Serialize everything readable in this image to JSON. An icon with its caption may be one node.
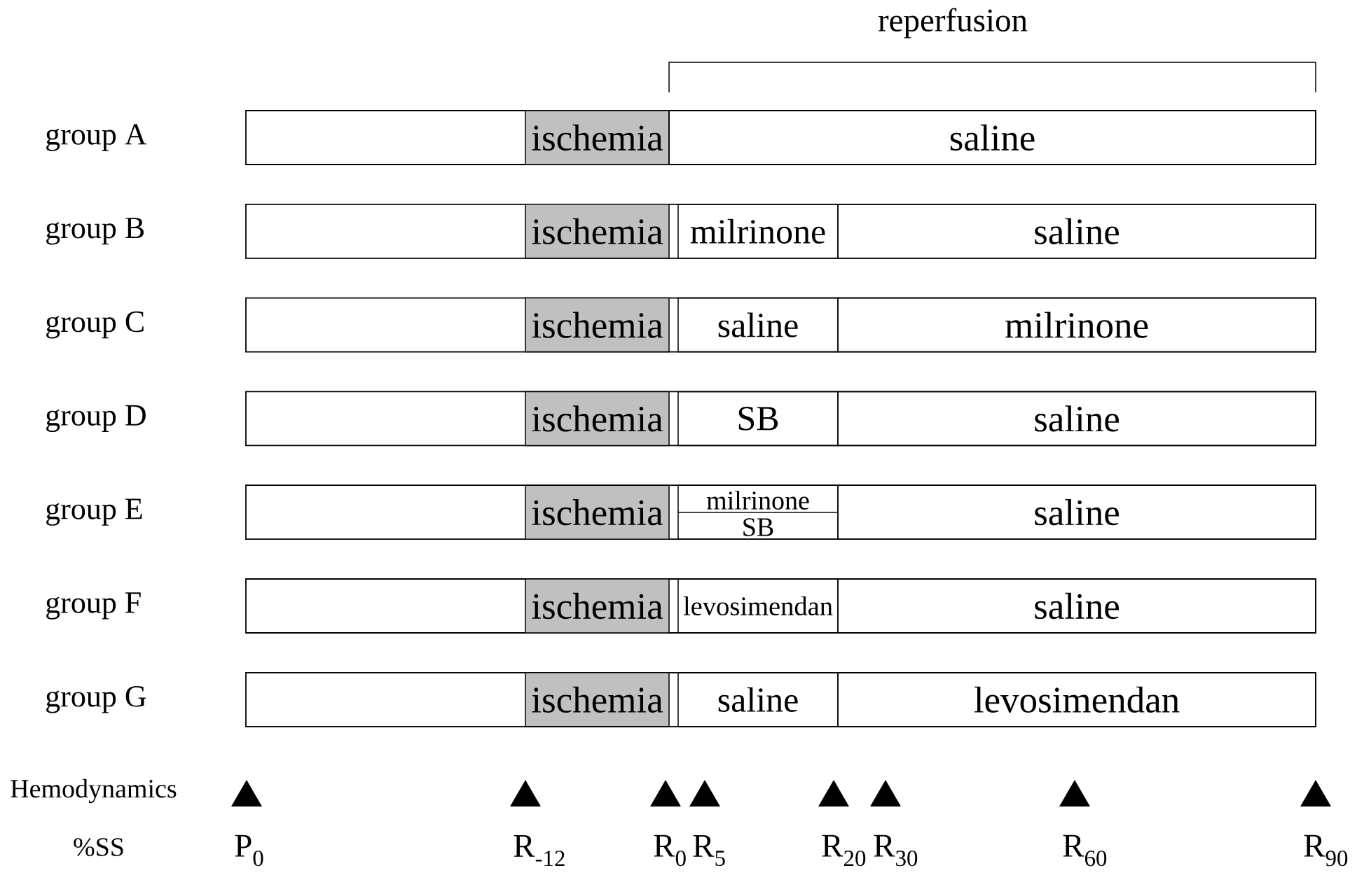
{
  "diagram": {
    "nodes": [
      {
        "text": [
          "group A"
        ]
      },
      {
        "text": [
          "ischemia"
        ],
        "in": 0
      },
      {
        "text": [
          "saline"
        ],
        "in": 0
      },
      {
        "text": [
          "group B"
        ]
      },
      {
        "text": [
          "ischemia"
        ],
        "in": 3
      },
      {
        "text": [
          "milrinone"
        ],
        "in": 3
      },
      {
        "text": [
          "saline"
        ],
        "in": 3
      },
      {
        "text": [
          "group C"
        ]
      },
      {
        "text": [
          "ischemia"
        ],
        "in": 7
      },
      {
        "text": [
          "saline"
        ],
        "in": 7
      },
      {
        "text": [
          "milrinone"
        ],
        "in": 7
      },
      {
        "text": [
          "group D"
        ]
      },
      {
        "text": [
          "ischemia"
        ],
        "in": 11
      },
      {
        "text": [
          "SB"
        ],
        "in": 11
      },
      {
        "text": [
          "saline"
        ],
        "in": 11
      },
      {
        "text": [
          "group E"
        ]
      },
      {
        "text": [
          "ischemia"
        ],
        "in": 15
      },
      {
        "text": [
          "milrinone",
          "SB"
        ],
        "in": 15
      },
      {
        "text": [
          "saline"
        ],
        "in": 15
      },
      {
        "text": [
          "group F"
        ]
      },
      {
        "text": [
          "ischemia"
        ],
        "in": 19
      },
      {
        "text": [
          "levosimendan"
        ],
        "in": 19
      },
      {
        "text": [
          "saline"
        ],
        "in": 19
      },
      {
        "text": [
          "group G"
        ]
      },
      {
        "text": [
          "ischemia"
        ],
        "in": 23
      },
      {
        "text": [
          "saline"
        ],
        "in": 23
      },
      {
        "text": [
          "levosimendan"
        ],
        "in": 23
      }
    ],
    "labels": [
      "reperfusion",
      "Hemodynamics",
      "%SS",
      "P$_{0}$",
      "R$_{-12}$",
      "R$_{0}$",
      "R$_{5}$",
      "R$_{20}$",
      "R$_{30}$",
      "R$_{60}$",
      "R$_{90}$"
    ]
  }
}
